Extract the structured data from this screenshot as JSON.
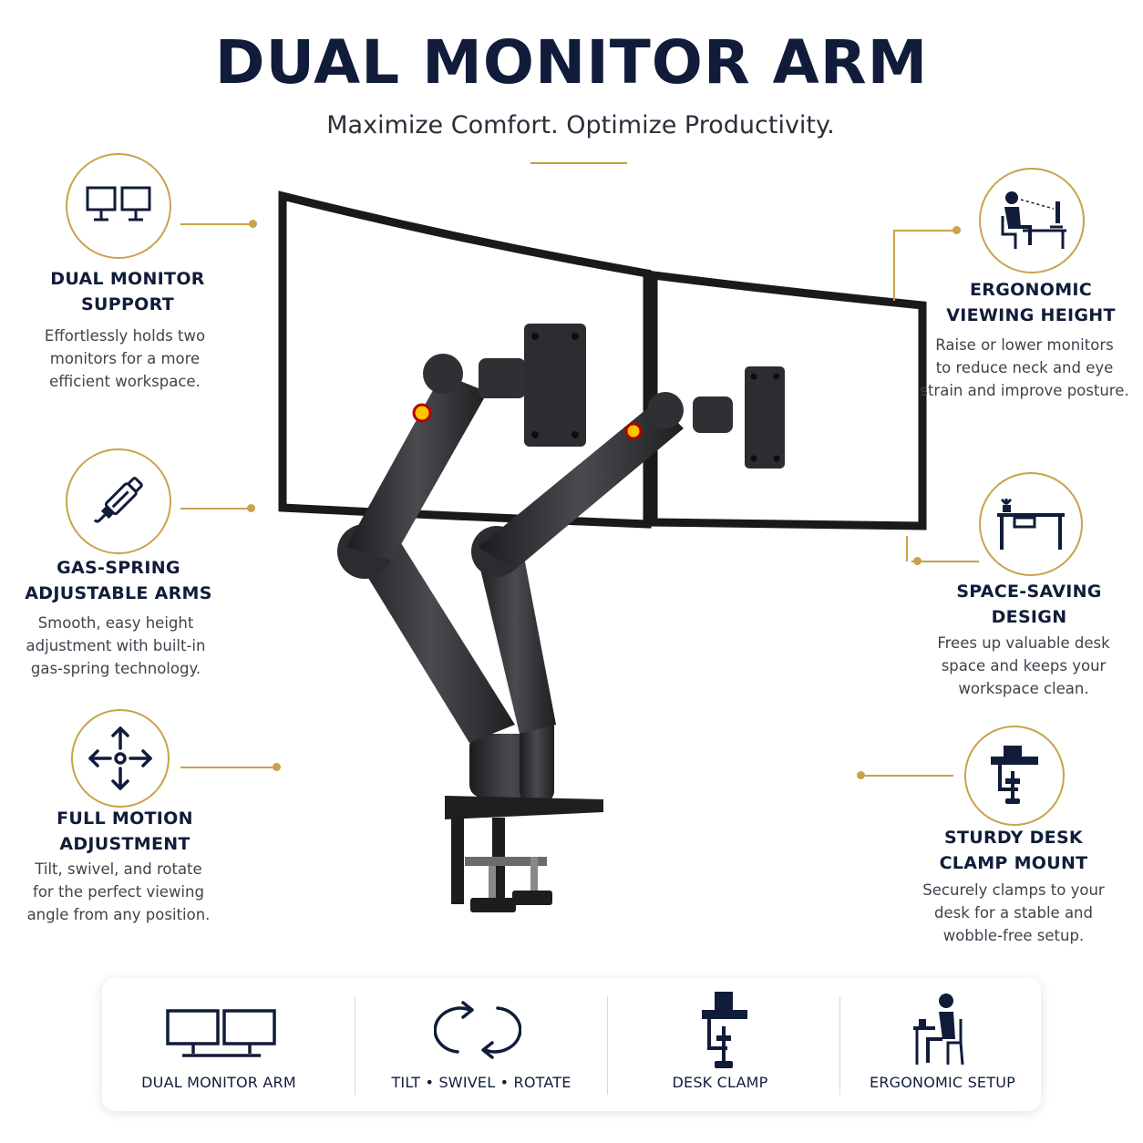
{
  "header": {
    "title": "DUAL MONITOR ARM",
    "subtitle": "Maximize Comfort. Optimize Productivity."
  },
  "features_left": [
    {
      "icon": "dual-monitor-icon",
      "title_line1": "DUAL MONITOR",
      "title_line2": "SUPPORT",
      "desc": [
        "Effortlessly holds two",
        "monitors for a more",
        "efficient workspace."
      ]
    },
    {
      "icon": "gas-spring-icon",
      "title_line1": "GAS-SPRING",
      "title_line2": "ADJUSTABLE ARMS",
      "desc": [
        "Smooth, easy height",
        "adjustment with built-in",
        "gas-spring technology."
      ]
    },
    {
      "icon": "move-arrows-icon",
      "title_line1": "FULL MOTION",
      "title_line2": "ADJUSTMENT",
      "desc": [
        "Tilt, swivel, and rotate",
        "for the perfect viewing",
        "angle from any position."
      ]
    }
  ],
  "features_right": [
    {
      "icon": "ergonomic-user-icon",
      "title_line1": "ERGONOMIC",
      "title_line2": "VIEWING HEIGHT",
      "desc": [
        "Raise or lower monitors",
        "to reduce neck and eye",
        "strain and improve posture."
      ]
    },
    {
      "icon": "desk-plant-icon",
      "title_line1": "SPACE-SAVING",
      "title_line2": "DESIGN",
      "desc": [
        "Frees up valuable desk",
        "space and keeps your",
        "workspace clean."
      ]
    },
    {
      "icon": "desk-clamp-icon",
      "title_line1": "STURDY DESK",
      "title_line2": "CLAMP MOUNT",
      "desc": [
        "Securely clamps to your",
        "desk for a stable and",
        "wobble-free setup."
      ]
    }
  ],
  "bottom_bar": [
    {
      "icon": "dual-monitor-icon",
      "label": "DUAL MONITOR ARM"
    },
    {
      "icon": "rotate-arrows-icon",
      "label": "TILT • SWIVEL • ROTATE"
    },
    {
      "icon": "desk-clamp-icon",
      "label": "DESK CLAMP"
    },
    {
      "icon": "ergonomic-user-icon",
      "label": "ERGONOMIC SETUP"
    }
  ],
  "colors": {
    "accent": "#c9a24a",
    "navy": "#101c3a",
    "product": "#2a2b2e"
  }
}
